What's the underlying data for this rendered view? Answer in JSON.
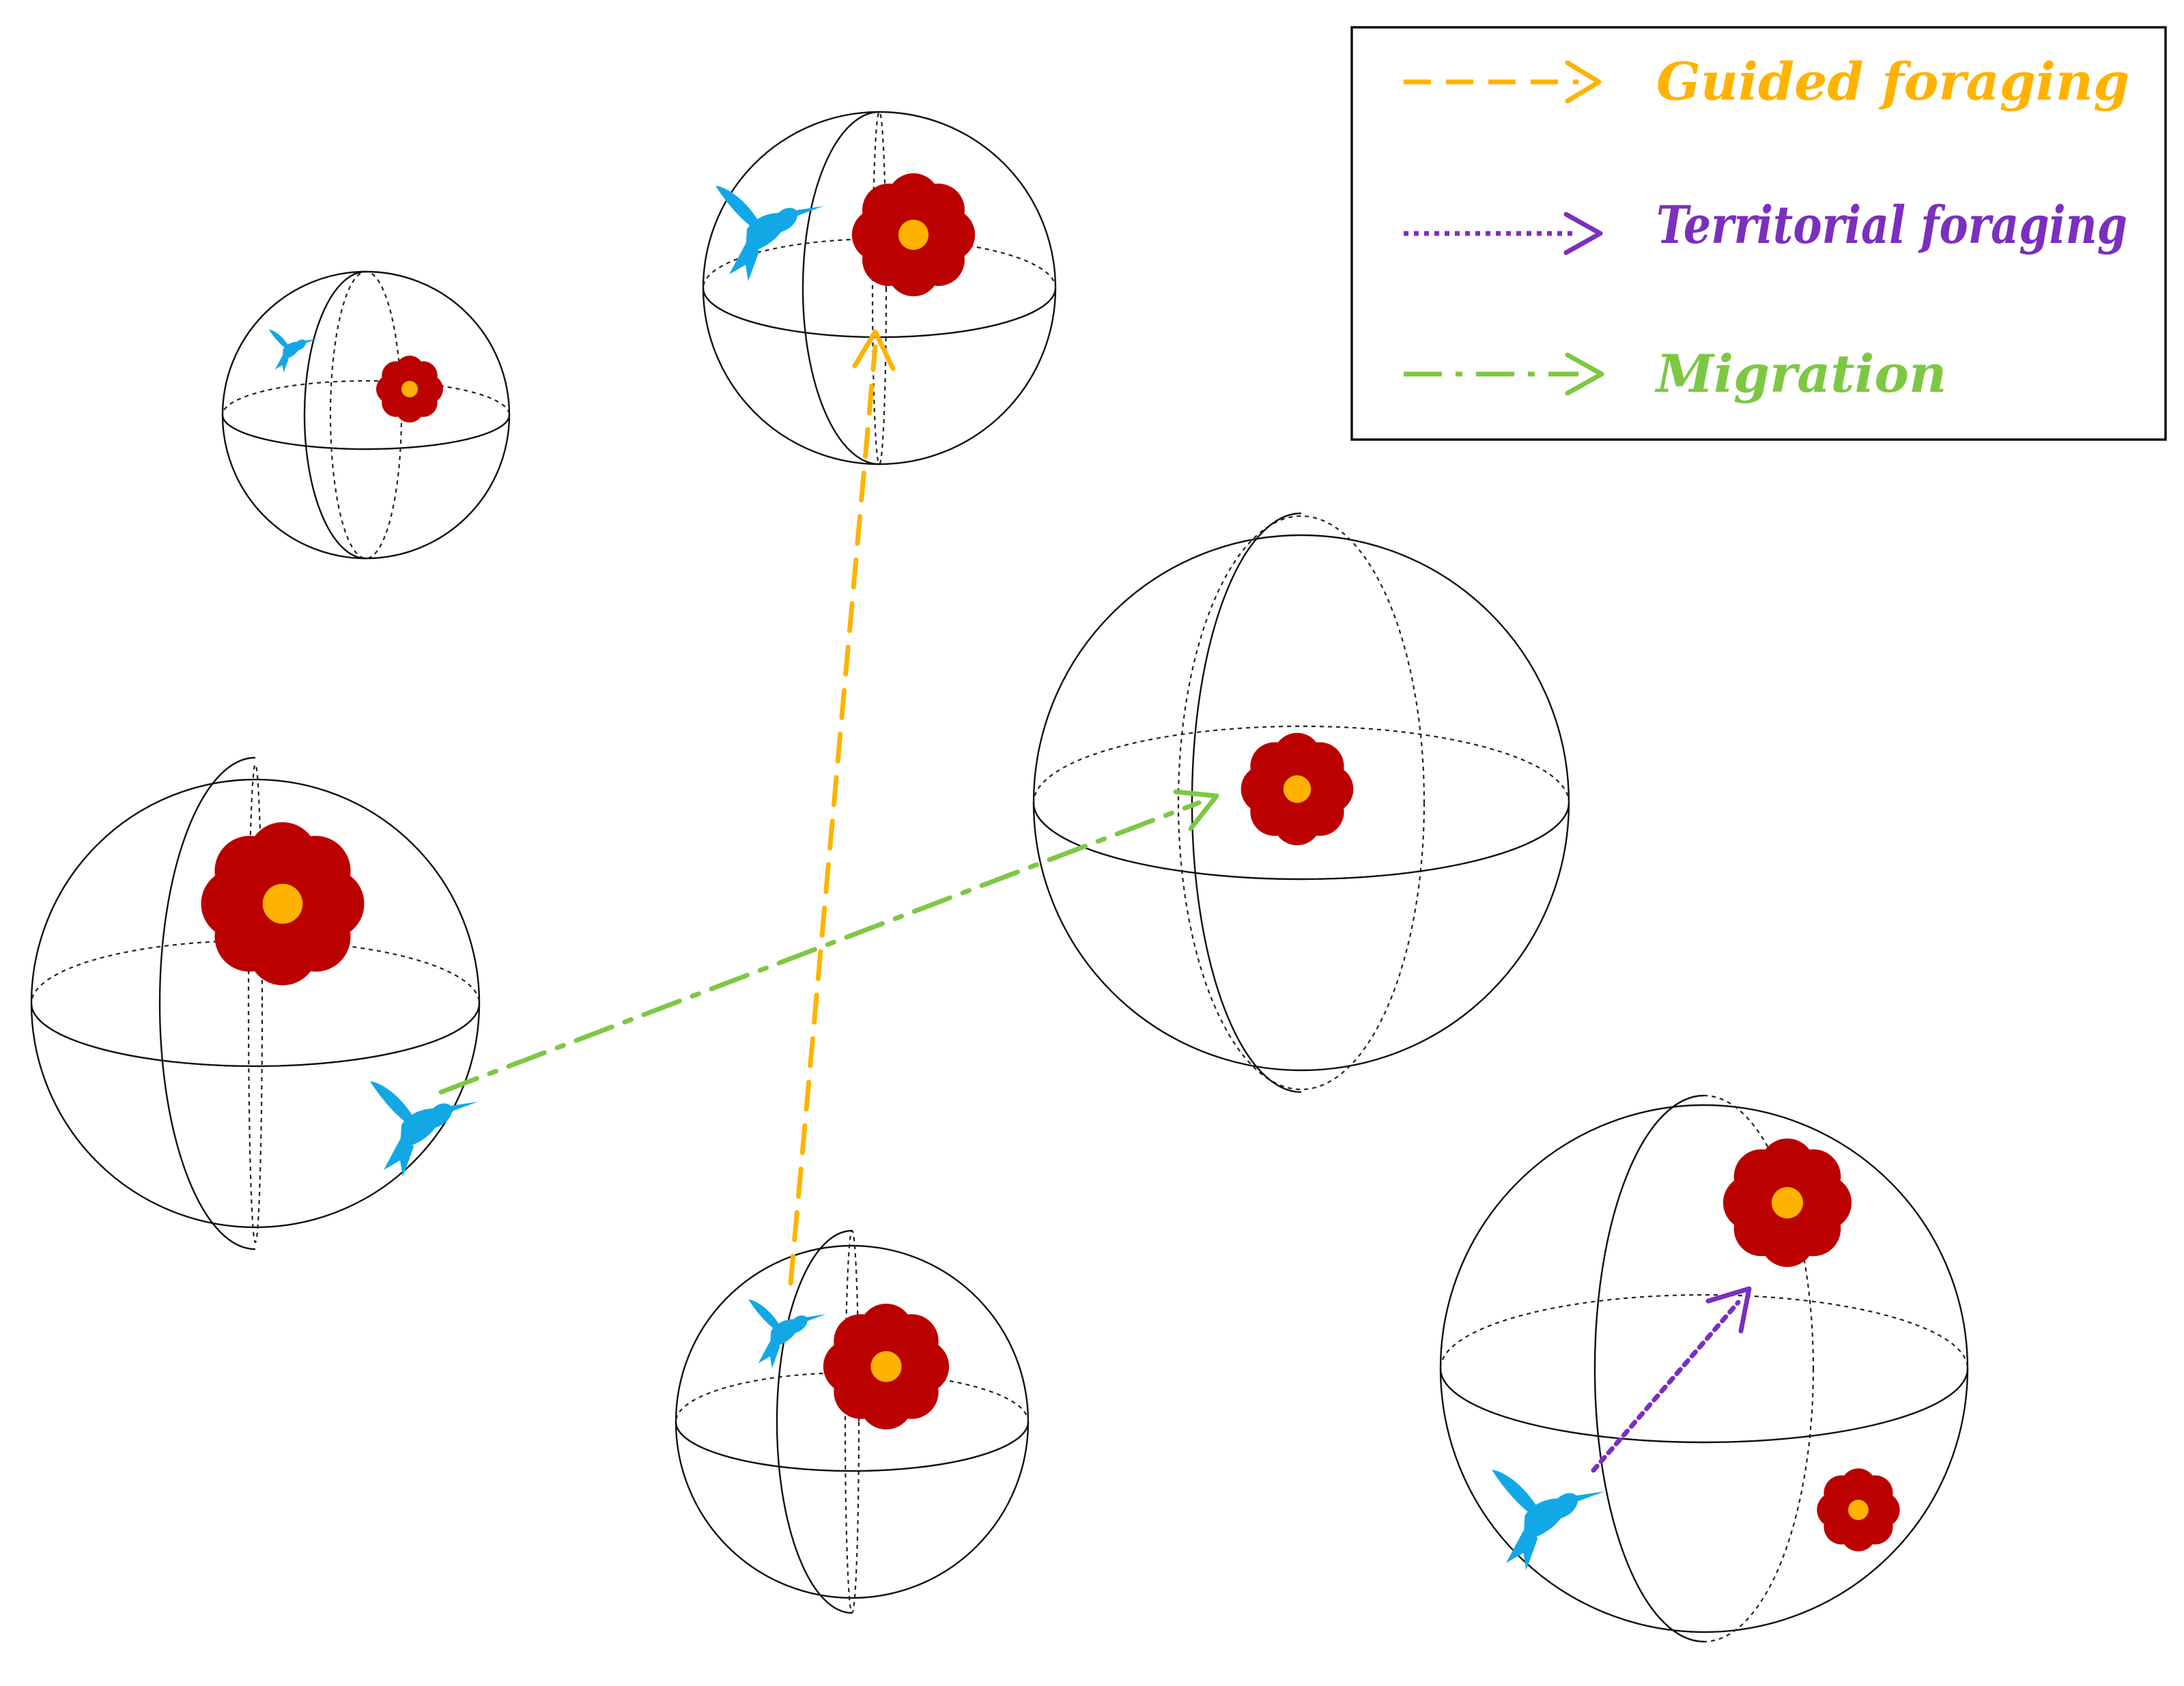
{
  "legend": {
    "items": [
      {
        "label": "Guided foraging",
        "color": "#FFB300",
        "line_style": "dashed"
      },
      {
        "label": "Territorial foraging",
        "color": "#7B2FBE",
        "line_style": "dotted"
      },
      {
        "label": "Migration",
        "color": "#7DC843",
        "line_style": "dash-dot"
      }
    ]
  },
  "colors": {
    "flower_petal": "#BB0000",
    "flower_center": "#FFB300",
    "hummingbird": "#12A8E6",
    "outline": "#111111"
  },
  "icons": {
    "flower": "flower-icon",
    "bird": "hummingbird-icon",
    "sphere": "sphere-icon"
  }
}
